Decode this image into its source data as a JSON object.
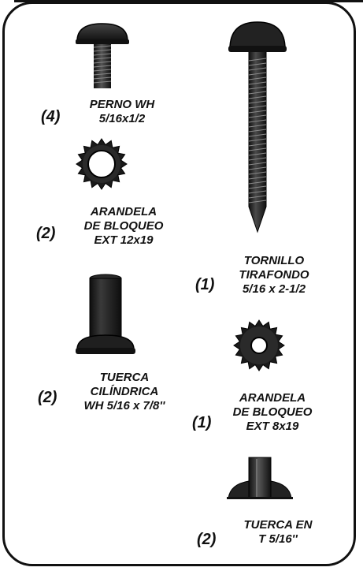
{
  "parts": [
    {
      "id": "perno-wh",
      "qty": "(4)",
      "lines": [
        "PERNO WH",
        "5/16x1/2"
      ],
      "icon": "carriage-bolt-icon"
    },
    {
      "id": "arandela-12x19",
      "qty": "(2)",
      "lines": [
        "ARANDELA",
        "DE BLOQUEO",
        "EXT 12x19"
      ],
      "icon": "lock-washer-icon"
    },
    {
      "id": "tornillo-tirafondo",
      "qty": "(1)",
      "lines": [
        "TORNILLO",
        "TIRAFONDO",
        "5/16 x 2-1/2"
      ],
      "icon": "lag-screw-icon"
    },
    {
      "id": "tuerca-cilindrica",
      "qty": "(2)",
      "lines": [
        "TUERCA",
        "CILÍNDRICA",
        "WH 5/16 x 7/8''"
      ],
      "icon": "barrel-nut-icon"
    },
    {
      "id": "arandela-8x19",
      "qty": "(1)",
      "lines": [
        "ARANDELA",
        "DE BLOQUEO",
        "EXT 8x19"
      ],
      "icon": "lock-washer-small-icon"
    },
    {
      "id": "tuerca-en-t",
      "qty": "(2)",
      "lines": [
        "TUERCA EN",
        "T 5/16''"
      ],
      "icon": "tee-nut-icon"
    }
  ],
  "colors": {
    "ink": "#111111",
    "metal_dark": "#1a1a1a",
    "metal_mid": "#3a3a3a",
    "metal_light": "#8a8a8a"
  }
}
